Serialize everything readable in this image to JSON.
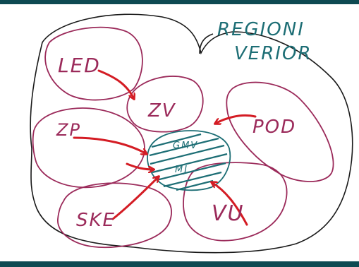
{
  "title_lines": [
    "REGIONI",
    "VERIOR"
  ],
  "regions": {
    "led": "LED",
    "zv": "ZV",
    "zp": "ZP",
    "pod": "POD",
    "ske": "SKE",
    "vu": "VU",
    "center_top": "GMV",
    "center_bottom": "MJ"
  },
  "colors": {
    "outline": "#1a1a1a",
    "region": "#9b2a5a",
    "arrow": "#d41c24",
    "center": "#1d6e75",
    "frame": "#0e4a52"
  }
}
